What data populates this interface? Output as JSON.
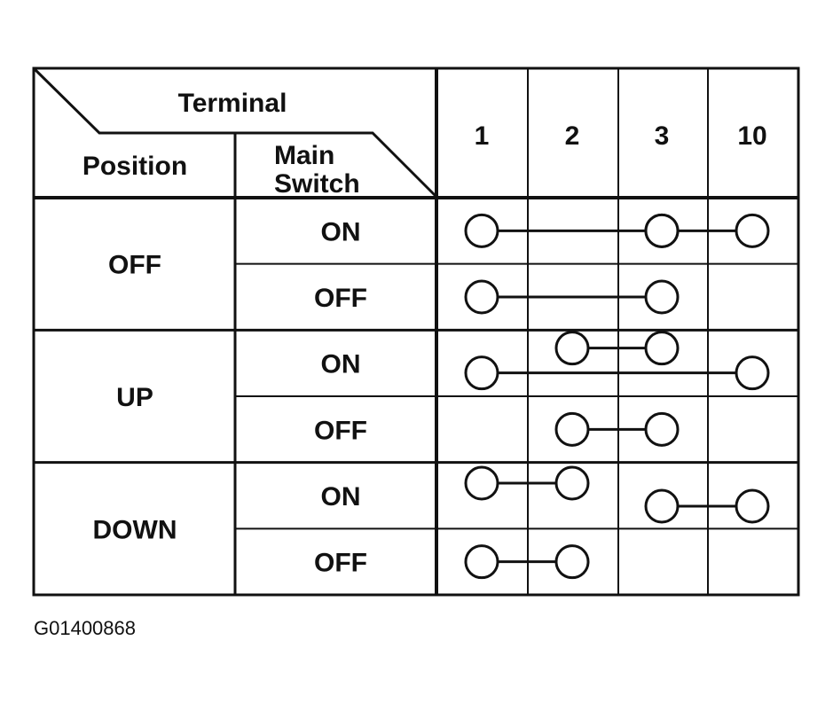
{
  "header": {
    "terminal_label": "Terminal",
    "position_label": "Position",
    "main_switch_line1": "Main",
    "main_switch_line2": "Switch"
  },
  "terminals": [
    "1",
    "2",
    "3",
    "10"
  ],
  "positions": [
    {
      "name": "OFF",
      "rows": [
        {
          "main_switch": "ON",
          "connections": [
            [
              1,
              3
            ],
            [
              3,
              10
            ]
          ]
        },
        {
          "main_switch": "OFF",
          "connections": [
            [
              1,
              3
            ]
          ]
        }
      ]
    },
    {
      "name": "UP",
      "rows": [
        {
          "main_switch": "ON",
          "connections": [
            [
              2,
              3
            ],
            [
              1,
              10
            ]
          ]
        },
        {
          "main_switch": "OFF",
          "connections": [
            [
              2,
              3
            ]
          ]
        }
      ]
    },
    {
      "name": "DOWN",
      "rows": [
        {
          "main_switch": "ON",
          "connections": [
            [
              1,
              2
            ],
            [
              3,
              10
            ]
          ]
        },
        {
          "main_switch": "OFF",
          "connections": [
            [
              1,
              2
            ]
          ]
        }
      ]
    }
  ],
  "caption": "G01400868"
}
